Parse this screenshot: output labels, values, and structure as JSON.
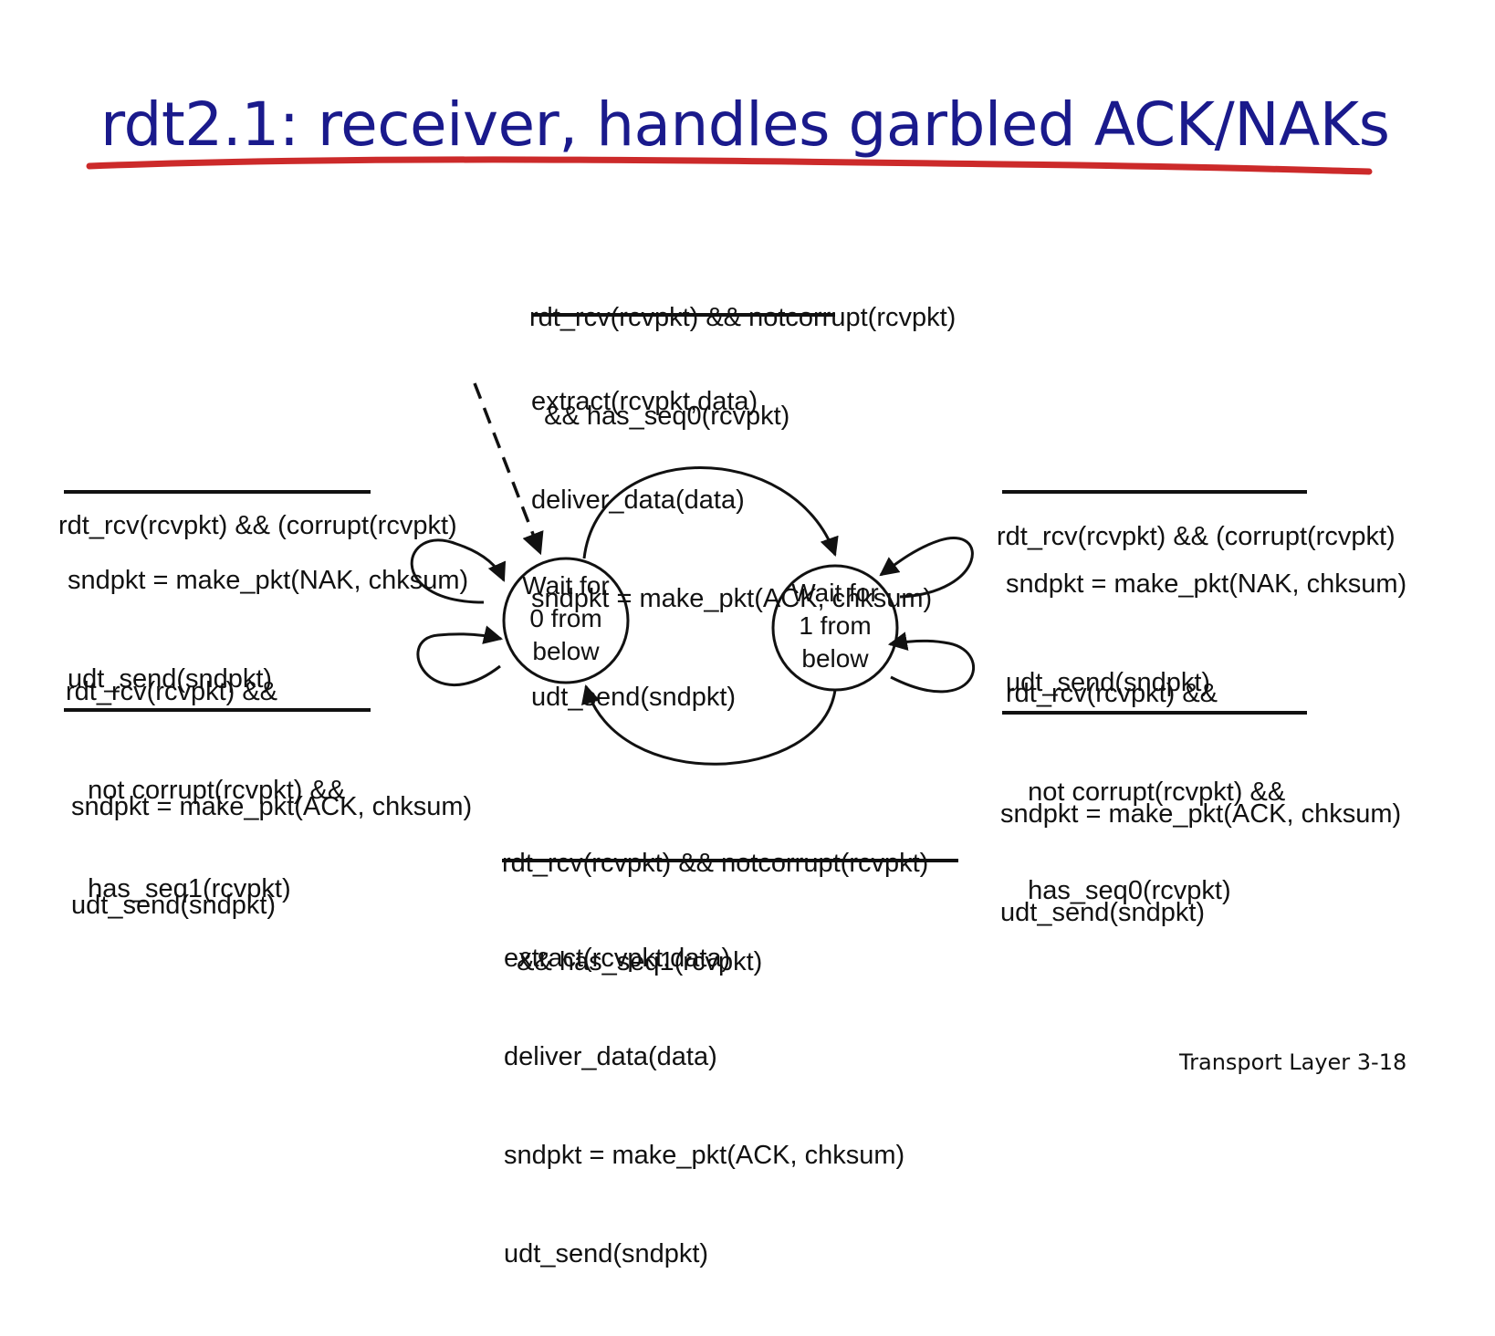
{
  "title": "rdt2.1: receiver, handles garbled ACK/NAKs",
  "accent_colors": {
    "title": "#1a1a8c",
    "underline": "#cc2a2a"
  },
  "states": [
    {
      "line1": "Wait for",
      "line2": "0 from",
      "line3": "below"
    },
    {
      "line1": "Wait for",
      "line2": "1 from",
      "line3": "below"
    }
  ],
  "transitions": {
    "top": {
      "event": [
        "rdt_rcv(rcvpkt) && notcorrupt(rcvpkt)",
        "  && has_seq0(rcvpkt)"
      ],
      "actions": [
        "extract(rcvpkt,data)",
        "deliver_data(data)",
        "sndpkt = make_pkt(ACK, chksum)",
        "udt_send(sndpkt)"
      ]
    },
    "bottom": {
      "event": [
        "rdt_rcv(rcvpkt) && notcorrupt(rcvpkt)",
        "  && has_seq1(rcvpkt)"
      ],
      "actions": [
        "extract(rcvpkt,data)",
        "deliver_data(data)",
        "sndpkt = make_pkt(ACK, chksum)",
        "udt_send(sndpkt)"
      ]
    },
    "left_corrupt": {
      "event": [
        "rdt_rcv(rcvpkt) && (corrupt(rcvpkt)"
      ],
      "actions": [
        "sndpkt = make_pkt(NAK, chksum)",
        "udt_send(sndpkt)"
      ]
    },
    "left_dup": {
      "event": [
        "rdt_rcv(rcvpkt) &&",
        "   not corrupt(rcvpkt) &&",
        "   has_seq1(rcvpkt)"
      ],
      "actions": [
        "sndpkt = make_pkt(ACK, chksum)",
        "udt_send(sndpkt)"
      ]
    },
    "right_corrupt": {
      "event": [
        "rdt_rcv(rcvpkt) && (corrupt(rcvpkt)"
      ],
      "actions": [
        "sndpkt = make_pkt(NAK, chksum)",
        "udt_send(sndpkt)"
      ]
    },
    "right_dup": {
      "event": [
        "rdt_rcv(rcvpkt) &&",
        "   not corrupt(rcvpkt) &&",
        "   has_seq0(rcvpkt)"
      ],
      "actions": [
        "sndpkt = make_pkt(ACK, chksum)",
        "udt_send(sndpkt)"
      ]
    }
  },
  "footer": "Transport Layer 3-18"
}
